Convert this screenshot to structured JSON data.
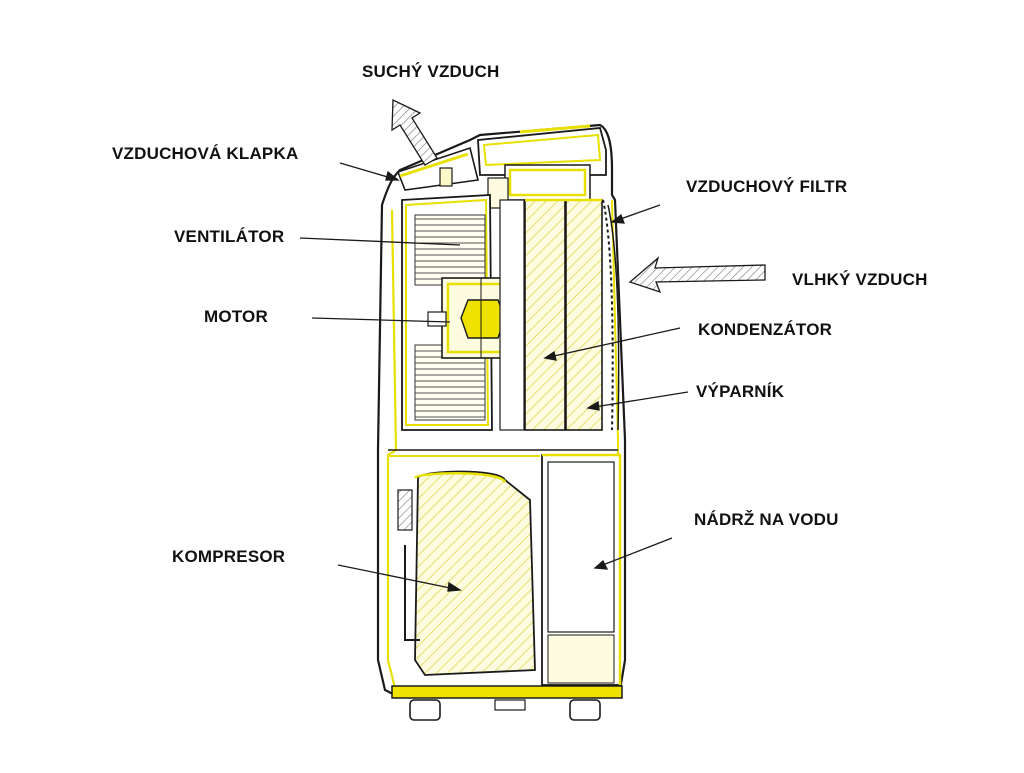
{
  "labels": {
    "dry_air": "SUCHÝ VZDUCH",
    "air_flap": "VZDUCHOVÁ KLAPKA",
    "fan": "VENTILÁTOR",
    "motor": "MOTOR",
    "compressor": "KOMPRESOR",
    "air_filter": "VZDUCHOVÝ FILTR",
    "humid_air": "VLHKÝ VZDUCH",
    "condenser": "KONDENZÁTOR",
    "evaporator": "VÝPARNÍK",
    "water_tank": "NÁDRŽ NA VODU"
  },
  "colors": {
    "outline": "#1a1a1a",
    "highlight": "#e8e000",
    "hatch": "#efe98a",
    "fill_light": "#fbf7c8"
  }
}
